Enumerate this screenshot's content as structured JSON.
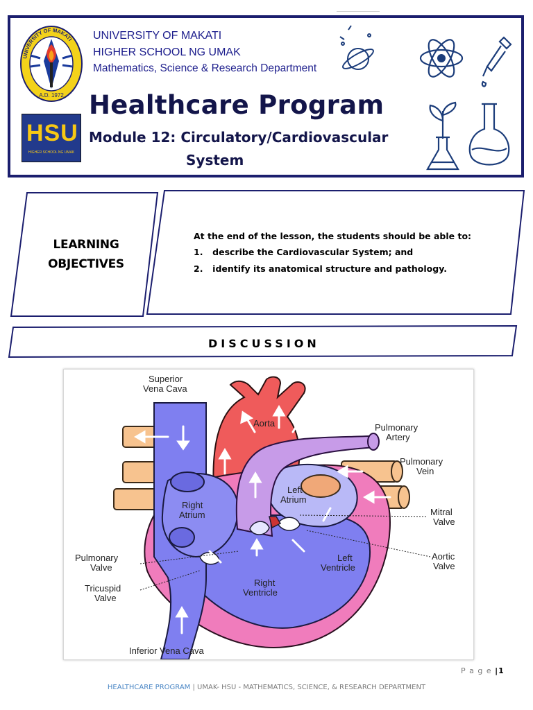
{
  "header": {
    "university": "UNIVERSITY OF MAKATI",
    "school": "HIGHER SCHOOL NG UMAK",
    "department": "Mathematics, Science & Research Department",
    "program_title": "Healthcare Program",
    "module_line1": "Module 12: Circulatory/Cardiovascular",
    "module_line2": "System",
    "seal_top_text": "UNIVERSITY OF MAKATI",
    "seal_bottom_text": "A.D. 1972",
    "hsu_logo_text": "HSU",
    "hsu_logo_subtext": "HIGHER SCHOOL NG UMAK",
    "icons": [
      "planet-flask-icon",
      "atom-icon",
      "dropper-icon",
      "plant-flask-icon",
      "round-flask-icon"
    ]
  },
  "objectives": {
    "label_line1": "LEARNING",
    "label_line2": "OBJECTIVES",
    "intro": "At the end of the lesson, the students should be able to:",
    "items": [
      {
        "num": "1.",
        "text": "describe the Cardiovascular System; and"
      },
      {
        "num": "2.",
        "text": "identify its anatomical structure and pathology."
      }
    ]
  },
  "discussion": {
    "label": "DISCUSSION"
  },
  "diagram": {
    "labels": {
      "svc1": "Superior",
      "svc2": "Vena Cava",
      "aorta": "Aorta",
      "pa1": "Pulmonary",
      "pa2": "Artery",
      "pv1": "Pulmonary",
      "pv2": "Vein",
      "la1": "Left",
      "la2": "Atrium",
      "ra1": "Right",
      "ra2": "Atrium",
      "mv1": "Mitral",
      "mv2": "Valve",
      "pulv1": "Pulmonary",
      "pulv2": "Valve",
      "av1": "Aortic",
      "av2": "Valve",
      "lv1": "Left",
      "lv2": "Ventricle",
      "rv1": "Right",
      "rv2": "Ventricle",
      "tv1": "Tricuspid",
      "tv2": "Valve",
      "ivc": "Inferior Vena Cava"
    }
  },
  "footer": {
    "page_word": "P a g e",
    "separator": "|",
    "page_number": "1",
    "program": "HEALTHCARE PROGRAM",
    "divider": " | ",
    "department": "UMAK- HSU - MATHEMATICS, SCIENCE, & RESEARCH DEPARTMENT"
  },
  "colors": {
    "navy": "#1b1e6e",
    "title_blue": "#1c1d8c",
    "footer_blue": "#4a86c5",
    "heart_blue": "#7f7ff0",
    "heart_red": "#ef5b5b",
    "heart_pink": "#f07cbc",
    "heart_purple": "#c79be8",
    "heart_orange": "#f7c38f"
  }
}
